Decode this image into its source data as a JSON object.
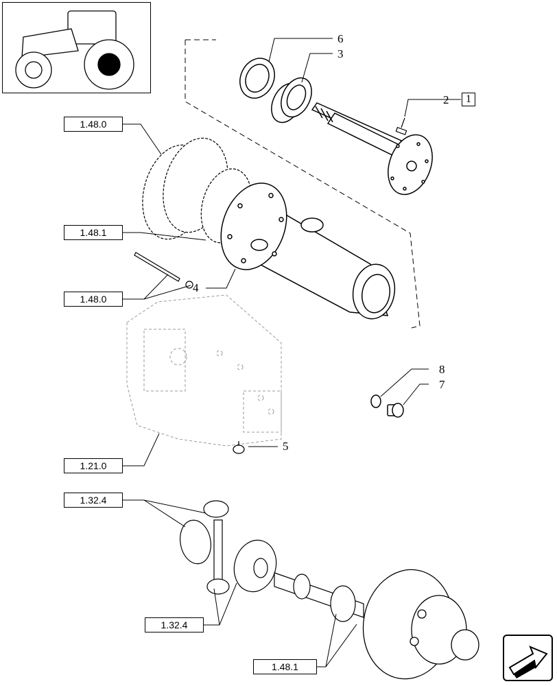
{
  "thumbnail": {
    "icon": "tractor-icon"
  },
  "reference_boxes": [
    {
      "id": "ref-1-48-0-top",
      "label": "1.48.0"
    },
    {
      "id": "ref-1-48-1-mid",
      "label": "1.48.1"
    },
    {
      "id": "ref-1-48-0-lower",
      "label": "1.48.0"
    },
    {
      "id": "ref-1-21-0",
      "label": "1.21.0"
    },
    {
      "id": "ref-1-32-4-top",
      "label": "1.32.4"
    },
    {
      "id": "ref-1-32-4-bottom",
      "label": "1.32.4"
    },
    {
      "id": "ref-1-48-1-bottom",
      "label": "1.48.1"
    }
  ],
  "callouts": {
    "c6": "6",
    "c3": "3",
    "c2": "2",
    "c1": "1",
    "c4": "4",
    "c8": "8",
    "c7": "7",
    "c5": "5"
  },
  "nav": {
    "icon": "next-page-arrow-icon"
  }
}
